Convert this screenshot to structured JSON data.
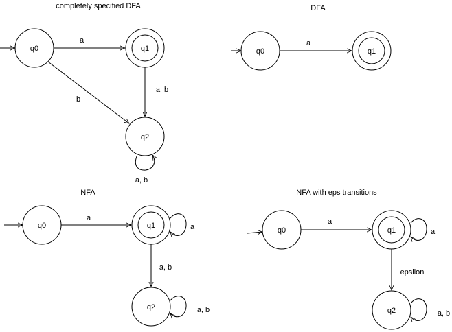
{
  "diagrams": [
    {
      "title": "completely specified DFA",
      "states": [
        "q0",
        "q1",
        "q2"
      ],
      "transitions": [
        {
          "from": "q0",
          "to": "q1",
          "label": "a"
        },
        {
          "from": "q0",
          "to": "q2",
          "label": "b"
        },
        {
          "from": "q1",
          "to": "q2",
          "label": "a, b"
        },
        {
          "from": "q2",
          "to": "q2",
          "label": "a, b"
        }
      ],
      "start": "q0",
      "accepting": [
        "q1"
      ]
    },
    {
      "title": "DFA",
      "states": [
        "q0",
        "q1"
      ],
      "transitions": [
        {
          "from": "q0",
          "to": "q1",
          "label": "a"
        }
      ],
      "start": "q0",
      "accepting": [
        "q1"
      ]
    },
    {
      "title": "NFA",
      "states": [
        "q0",
        "q1",
        "q2"
      ],
      "transitions": [
        {
          "from": "q0",
          "to": "q1",
          "label": "a"
        },
        {
          "from": "q1",
          "to": "q1",
          "label": "a"
        },
        {
          "from": "q1",
          "to": "q2",
          "label": "a, b"
        },
        {
          "from": "q2",
          "to": "q2",
          "label": "a, b"
        }
      ],
      "start": "q0",
      "accepting": [
        "q1"
      ]
    },
    {
      "title": "NFA with eps transitions",
      "states": [
        "q0",
        "q1",
        "q2"
      ],
      "transitions": [
        {
          "from": "q0",
          "to": "q1",
          "label": "a"
        },
        {
          "from": "q1",
          "to": "q1",
          "label": "a"
        },
        {
          "from": "q1",
          "to": "q2",
          "label": "epsilon"
        },
        {
          "from": "q2",
          "to": "q2",
          "label": "a, b"
        }
      ],
      "start": "q0",
      "accepting": [
        "q1"
      ]
    }
  ]
}
